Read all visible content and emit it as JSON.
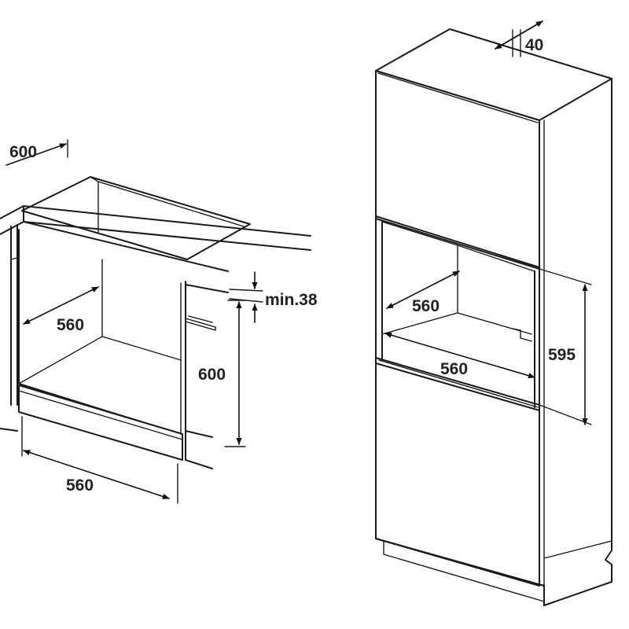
{
  "under_counter": {
    "depth_label": "600",
    "inner_depth_label": "560",
    "width_label": "560",
    "height_label": "600",
    "top_gap_label": "min.38"
  },
  "tall_cabinet": {
    "back_gap_label": "40",
    "inner_depth_label": "560",
    "width_label": "560",
    "height_label": "595"
  },
  "colors": {
    "line": "#1a1a1a",
    "text": "#222222",
    "background": "#ffffff"
  }
}
